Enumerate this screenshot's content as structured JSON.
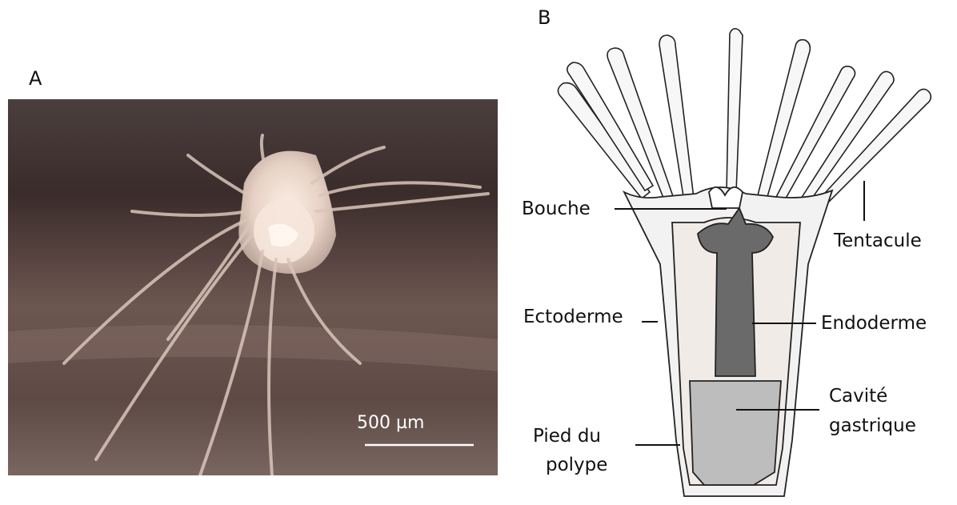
{
  "panels": {
    "a": {
      "letter": "A",
      "scale_bar": "500 µm"
    },
    "b": {
      "letter": "B",
      "labels": {
        "bouche": "Bouche",
        "tentacule": "Tentacule",
        "ectoderme": "Ectoderme",
        "endoderme": "Endoderme",
        "cavite_line1": "Cavité",
        "cavite_line2": "gastrique",
        "pied_line1": "Pied du",
        "pied_line2": "polype"
      }
    }
  },
  "colors": {
    "photo_background_top": "#5a4a4a",
    "photo_background_bottom": "#7a6660",
    "polyp_body": "#e9d6cc",
    "drawing_ink": "#222222"
  }
}
